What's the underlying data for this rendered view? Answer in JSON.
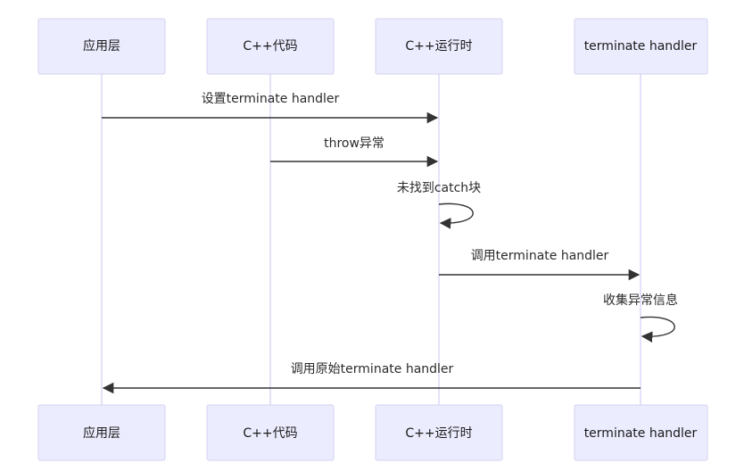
{
  "participants": [
    {
      "id": "app",
      "label": "应用层"
    },
    {
      "id": "cppcode",
      "label": "C++代码"
    },
    {
      "id": "runtime",
      "label": "C++运行时"
    },
    {
      "id": "handler",
      "label": "terminate handler"
    }
  ],
  "messages": [
    {
      "from": "app",
      "to": "runtime",
      "label": "设置terminate handler"
    },
    {
      "from": "cppcode",
      "to": "runtime",
      "label": "throw异常"
    },
    {
      "from": "runtime",
      "to": "runtime",
      "label": "未找到catch块"
    },
    {
      "from": "runtime",
      "to": "handler",
      "label": "调用terminate handler"
    },
    {
      "from": "handler",
      "to": "handler",
      "label": "收集异常信息"
    },
    {
      "from": "handler",
      "to": "app",
      "label": "调用原始terminate handler"
    }
  ]
}
